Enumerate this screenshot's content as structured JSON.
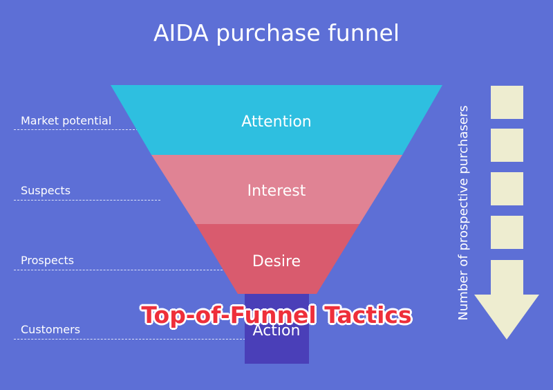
{
  "title": "AIDA purchase funnel",
  "stages": [
    {
      "label": "Attention",
      "side_label": "Market potential",
      "color": "#2ebfe0"
    },
    {
      "label": "Interest",
      "side_label": "Suspects",
      "color": "#e08394"
    },
    {
      "label": "Desire",
      "side_label": "Prospects",
      "color": "#d95b6e"
    },
    {
      "label": "Action",
      "side_label": "Customers",
      "color": "#4a3fb8"
    }
  ],
  "axis_label": "Number of prospective purchasers",
  "banner": "Top-of-Funnel Tactics",
  "colors": {
    "background": "#5d6fd6",
    "arrow": "#eeedd0",
    "banner_text": "#ee2f3a"
  }
}
